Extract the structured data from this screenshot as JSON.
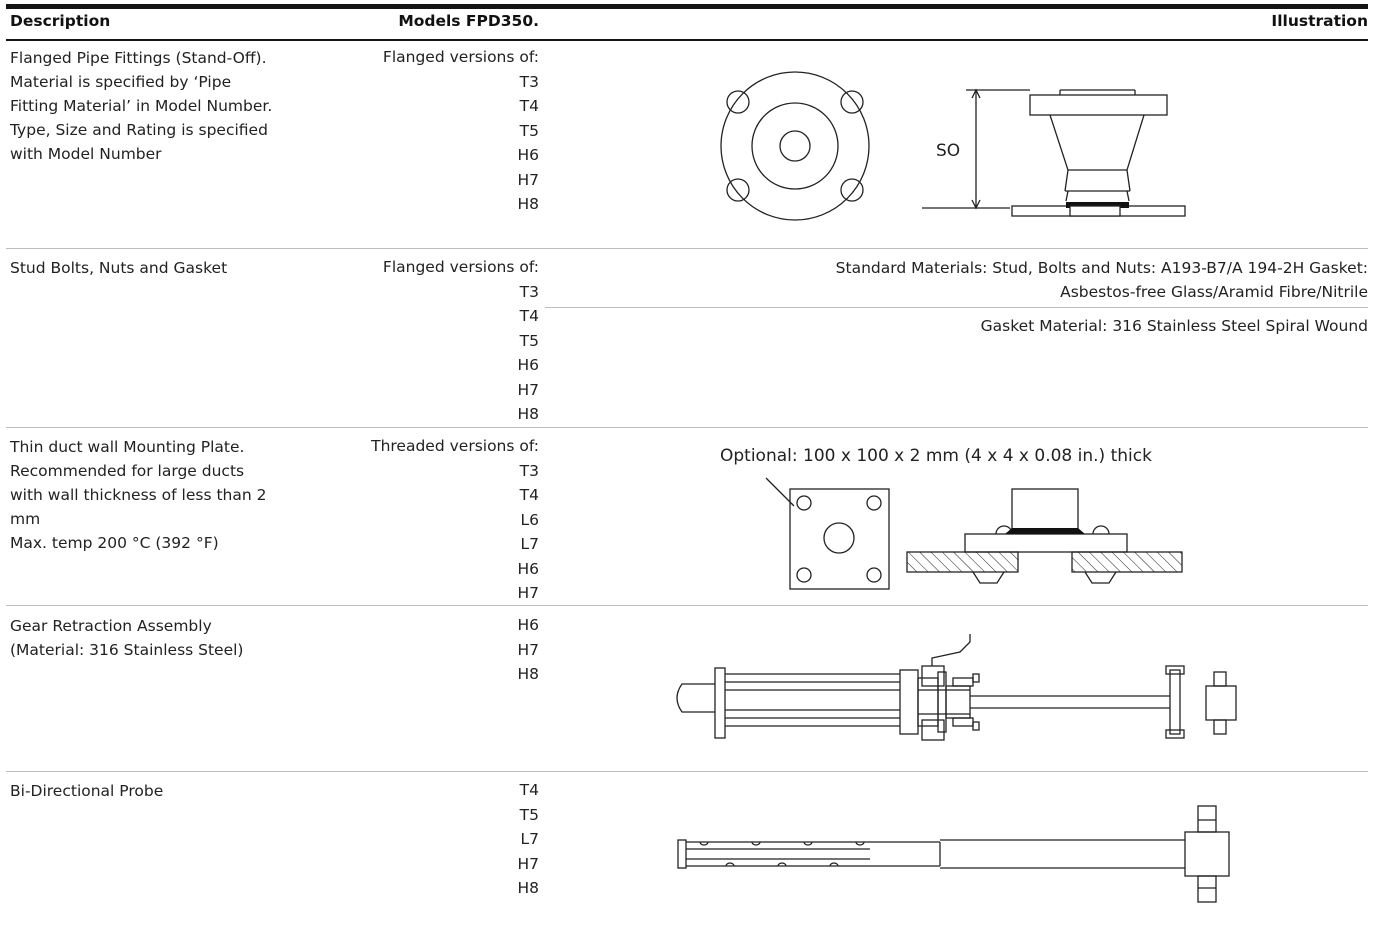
{
  "header": {
    "description": "Description",
    "models": "Models FPD350.",
    "illustration": "Illustration"
  },
  "rows": [
    {
      "description": "Flanged Pipe Fittings (Stand-Off).\nMaterial is specified by ‘Pipe\nFitting Material’ in Model Number.\nType, Size and Rating is specified\nwith Model Number",
      "models": [
        "Flanged versions of:",
        "T3",
        "T4",
        "T5",
        "H6",
        "H7",
        "H8"
      ],
      "illustration_label": "SO"
    },
    {
      "description": "Stud Bolts, Nuts and Gasket",
      "models": [
        "Flanged versions of:",
        "T3",
        "T4",
        "T5",
        "H6",
        "H7",
        "H8"
      ],
      "materials_line1": "Standard Materials: Stud, Bolts and Nuts: A193-B7/A 194-2H Gasket:",
      "materials_line2": "Asbestos-free Glass/Aramid Fibre/Nitrile",
      "gasket": "Gasket Material: 316 Stainless Steel Spiral Wound"
    },
    {
      "description": "Thin duct wall Mounting Plate.\nRecommended for large ducts\nwith wall thickness of less than 2\nmm\nMax. temp 200 °C (392 °F)",
      "models": [
        "Threaded versions of:",
        "T3",
        "T4",
        "L6",
        "L7",
        "H6",
        "H7"
      ],
      "illustration_caption": "Optional: 100 x 100 x 2 mm (4 x 4 x 0.08 in.) thick"
    },
    {
      "description": "Gear Retraction Assembly\n(Material: 316 Stainless Steel)",
      "models": [
        "H6",
        "H7",
        "H8"
      ]
    },
    {
      "description": "Bi-Directional Probe",
      "models": [
        "T4",
        "T5",
        "L7",
        "H7",
        "H8"
      ]
    }
  ],
  "colors": {
    "rule_dark": "#141414",
    "rule_light": "#bdbdbd",
    "text": "#222222"
  }
}
